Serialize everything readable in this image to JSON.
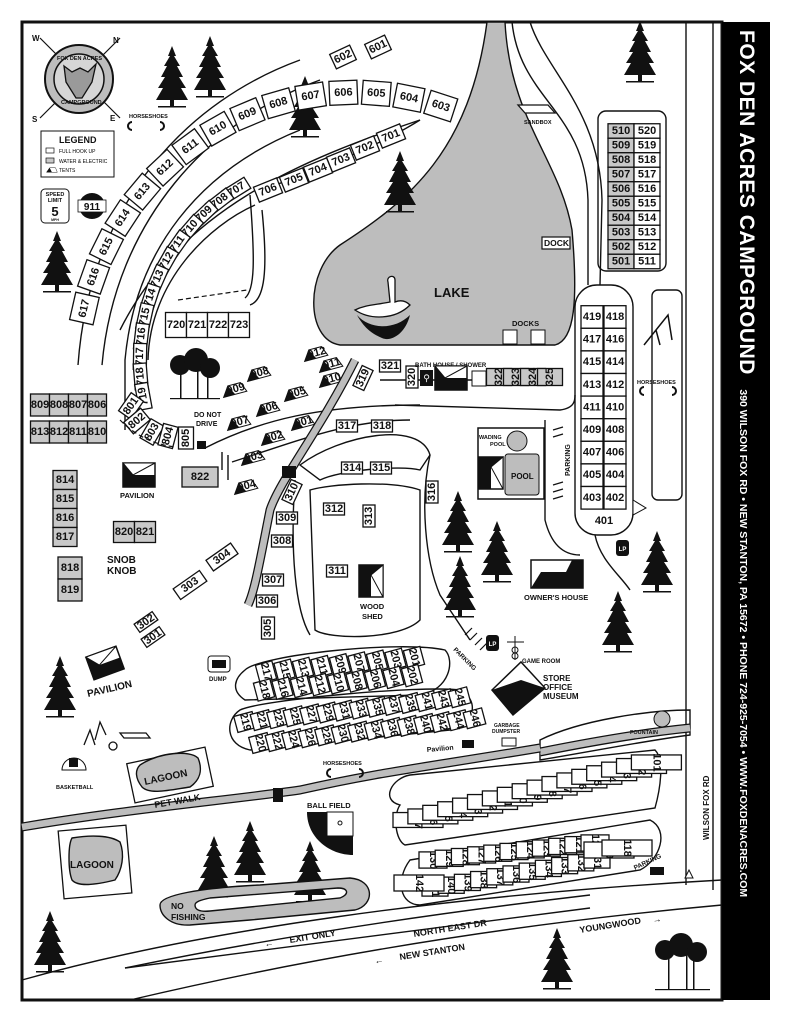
{
  "header": {
    "title": "FOX DEN ACRES CAMPGROUND",
    "address_line": "390 WILSON FOX RD • NEW STANTON, PA 15672 • PHONE 724-925-7054 • WWW.FOXDENACRES.COM"
  },
  "logo": {
    "text_top": "FOX DEN ACRES",
    "text_bottom": "CAMPGROUND"
  },
  "compass": {
    "w": "W",
    "n": "N",
    "s": "S",
    "e": "E"
  },
  "legend": {
    "title": "LEGEND",
    "items": [
      {
        "label": "FULL HOOK UP",
        "swatch": "#ffffff"
      },
      {
        "label": "WATER & ELECTRIC",
        "swatch": "#c8c8c8"
      },
      {
        "label": "TENTS",
        "swatch": "tent-icon"
      }
    ]
  },
  "speed_limit": {
    "line1": "SPEED",
    "line2": "LIMIT",
    "value": "5",
    "unit": "MPH"
  },
  "badge_911": {
    "text": "911"
  },
  "colors": {
    "water": "#bdbdbd",
    "water_electric": "#c8c8c8",
    "ink": "#111111",
    "sidebar": "#000000"
  },
  "sites": {
    "s600": [
      "601",
      "602",
      "603",
      "604",
      "605",
      "606",
      "607",
      "608",
      "609",
      "610",
      "611",
      "612",
      "613",
      "614",
      "615",
      "616",
      "617"
    ],
    "s700": [
      "701",
      "702",
      "703",
      "704",
      "705",
      "706",
      "707",
      "708",
      "709",
      "710",
      "711",
      "712",
      "713",
      "714",
      "715",
      "716",
      "717",
      "718",
      "719",
      "720",
      "721",
      "722",
      "723"
    ],
    "s800_row1": [
      "809",
      "808",
      "807",
      "806"
    ],
    "s800_row2": [
      "813",
      "812",
      "811",
      "810"
    ],
    "s800_col": [
      "814",
      "815",
      "816",
      "817"
    ],
    "s800_col2": [
      "818",
      "819"
    ],
    "s800_pair": [
      "820",
      "821"
    ],
    "s800_arc": [
      "801",
      "802",
      "803",
      "804",
      "805"
    ],
    "s822": "822",
    "tents": [
      "901",
      "902",
      "903",
      "904",
      "905",
      "906",
      "907",
      "908",
      "909",
      "910",
      "911",
      "912"
    ],
    "s300": [
      "301",
      "302",
      "303",
      "304",
      "305",
      "306",
      "307",
      "308",
      "309",
      "310",
      "311",
      "312",
      "313",
      "314",
      "315",
      "316",
      "317",
      "318",
      "319",
      "320",
      "321"
    ],
    "s300_row": [
      "322",
      "323",
      "324",
      "325"
    ],
    "s500_left": [
      "510",
      "509",
      "508",
      "507",
      "506",
      "505",
      "504",
      "503",
      "502",
      "501"
    ],
    "s500_right": [
      "520",
      "519",
      "518",
      "517",
      "516",
      "515",
      "514",
      "513",
      "512",
      "511"
    ],
    "s400_left": [
      "419",
      "417",
      "415",
      "413",
      "411",
      "409",
      "407",
      "405",
      "403"
    ],
    "s400_right": [
      "418",
      "416",
      "414",
      "412",
      "410",
      "408",
      "406",
      "404",
      "402"
    ],
    "s401": "401",
    "s200_top": [
      "217",
      "215",
      "213",
      "211",
      "209",
      "207",
      "205",
      "203",
      "201"
    ],
    "s200_mid": [
      "218",
      "216",
      "214",
      "212",
      "210",
      "208",
      "206",
      "204",
      "202"
    ],
    "s200_row3": [
      "219",
      "221",
      "223",
      "225",
      "227",
      "229",
      "231",
      "233",
      "235",
      "237",
      "239",
      "241",
      "243",
      "245"
    ],
    "s200_row4": [
      "220",
      "222",
      "224",
      "226",
      "228",
      "230",
      "232",
      "234",
      "236",
      "238",
      "240",
      "242",
      "244",
      "246"
    ],
    "s100_top": [
      "117",
      "116",
      "115",
      "114",
      "113",
      "112",
      "111",
      "110",
      "109",
      "108",
      "107",
      "106",
      "105",
      "104",
      "103",
      "102",
      "101"
    ],
    "s100_mid": [
      "130",
      "129",
      "128",
      "127",
      "126",
      "125",
      "124",
      "123",
      "122",
      "121",
      "120"
    ],
    "s100_bot": [
      "141",
      "140",
      "139",
      "138",
      "137",
      "136",
      "135",
      "134",
      "133",
      "132",
      "131"
    ],
    "s100_long": [
      "142",
      "119",
      "118"
    ]
  },
  "labels": {
    "lake": "LAKE",
    "dock": "DOCK",
    "docks": "DOCKS",
    "sandbox": "SANDBOX",
    "horseshoes": "HORSESHOES",
    "bath_house": "BATH HOUSE / SHOWER",
    "wading_pool_1": "WADING",
    "wading_pool_2": "POOL",
    "pool": "POOL",
    "parking": "PARKING",
    "owners_house": "OWNER'S HOUSE",
    "lp": "LP",
    "game_room": "GAME ROOM",
    "store_1": "STORE",
    "store_2": "OFFICE",
    "store_3": "MUSEUM",
    "garbage_1": "GARBAGE",
    "garbage_2": "DUMPSTER",
    "fountain": "FOUNTAIN",
    "pavilion_small": "Pavilion",
    "pavilion": "PAVILION",
    "do_not_drive_1": "DO NOT",
    "do_not_drive_2": "DRIVE",
    "snob_1": "SNOB",
    "snob_2": "KNOB",
    "wood_shed_1": "WOOD",
    "wood_shed_2": "SHED",
    "dump": "DUMP",
    "lagoon": "LAGOON",
    "pet_walk": "PET WALK",
    "basketball": "BASKETBALL",
    "ball_field": "BALL FIELD",
    "no_fishing_1": "NO",
    "no_fishing_2": "FISHING",
    "exit_only": "EXIT ONLY",
    "north_east_dr": "NORTH EAST DR",
    "new_stanton": "NEW STANTON",
    "youngwood": "YOUNGWOOD",
    "wilson_fox_rd": "WILSON FOX RD"
  }
}
